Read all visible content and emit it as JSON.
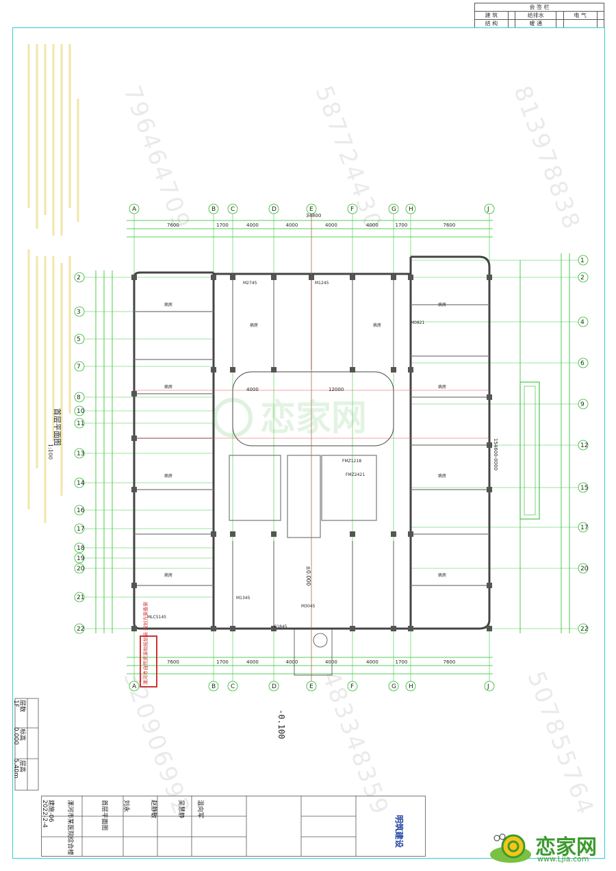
{
  "signature_table": {
    "header": "会 签 栏",
    "row1": [
      "建 筑",
      "",
      "给排水",
      "",
      "电 气",
      ""
    ],
    "row2": [
      "结 构",
      "",
      "暖 通",
      "",
      "",
      ""
    ]
  },
  "plan": {
    "title": "首层平面图",
    "scale": "1:100",
    "elevation_below": "-0.100",
    "elevation_floor": "±0.000",
    "total_width": "34800",
    "columns_top": [
      "A",
      "B",
      "C",
      "D",
      "E",
      "F",
      "G",
      "H",
      "J"
    ],
    "rows_left": [
      "2",
      "3",
      "5",
      "7",
      "8",
      "10",
      "11",
      "13",
      "14",
      "16",
      "17",
      "18",
      "19",
      "20",
      "21",
      "22"
    ],
    "rows_right": [
      "1",
      "2",
      "4",
      "6",
      "9",
      "12",
      "15",
      "17",
      "20",
      "22"
    ],
    "top_spans": [
      "7600",
      "1700",
      "4000",
      "4000",
      "4000",
      "4000",
      "1700",
      "7600"
    ],
    "mid_label": "12000",
    "left_label": "4000",
    "ramp_label": "154600-0000",
    "room_label": "病房",
    "door_labels": [
      "M0821",
      "M2745",
      "M1245",
      "M1345",
      "M3045",
      "C1845",
      "MLC5145",
      "FMZ2421",
      "FMZ1218"
    ]
  },
  "stamp": {
    "text": "漯河市自然资源和规划局 规划方案备案"
  },
  "elevation_table": {
    "headers": [
      "层高",
      "标高",
      "层数"
    ],
    "rows": [
      [
        "5.40m",
        "0.000",
        "1F"
      ]
    ]
  },
  "title_block": {
    "firm": "明筑建设",
    "drawing_name": "首层平面图",
    "project": "漯河市某医院综合楼",
    "sheet_no": "建施-06",
    "date": "2022-2-4",
    "names": [
      "赵静敏",
      "吴慧静",
      "温向军",
      "刘永"
    ]
  },
  "watermarks": [
    "796464709",
    "587724430",
    "813978838",
    "320906992",
    "483348359",
    "507855764"
  ],
  "logo": {
    "text": "恋家网",
    "url": "www.Ljia.com"
  },
  "colors": {
    "frame": "#33cccc",
    "grid": "#22bb22",
    "wall": "#333333",
    "stamp": "#cc3333",
    "logo": "#3a9a2e"
  }
}
